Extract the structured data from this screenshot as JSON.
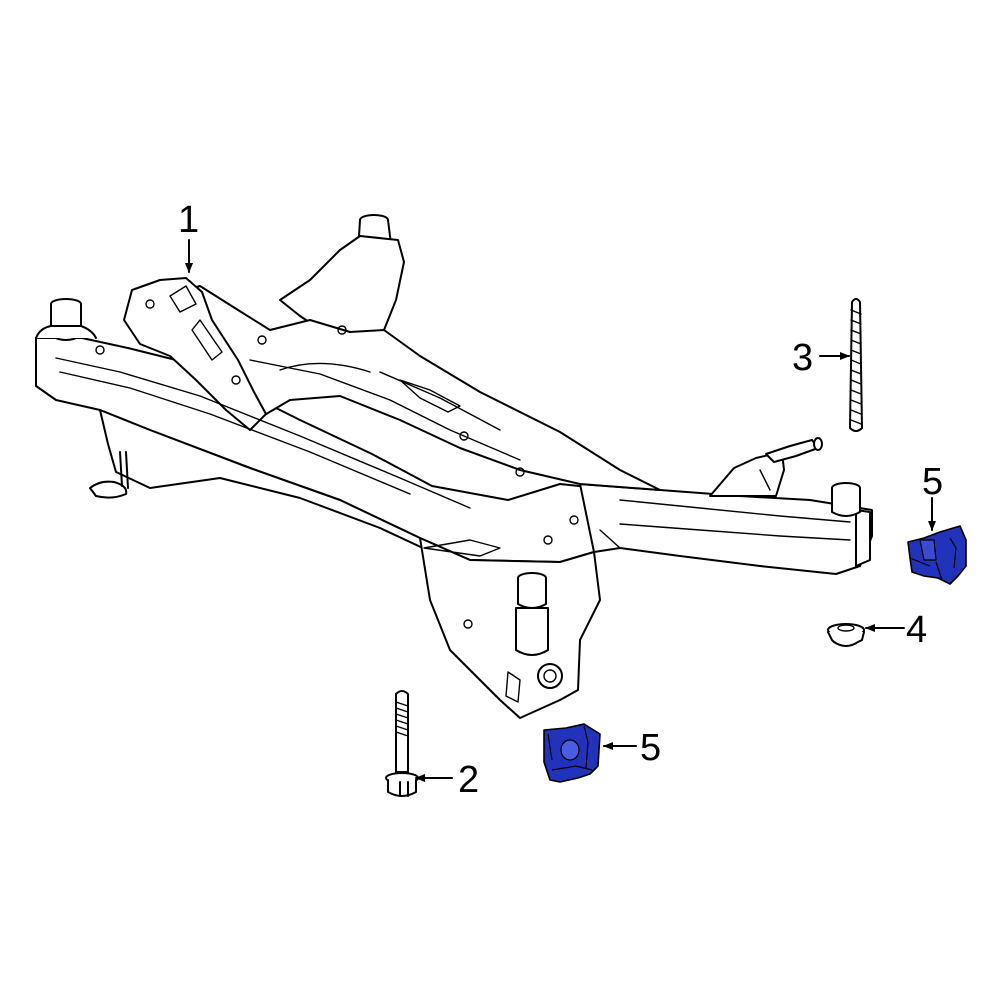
{
  "callouts": [
    {
      "id": "1",
      "label": "1"
    },
    {
      "id": "2",
      "label": "2"
    },
    {
      "id": "3",
      "label": "3"
    },
    {
      "id": "4",
      "label": "4"
    },
    {
      "id": "5a",
      "label": "5"
    },
    {
      "id": "5b",
      "label": "5"
    }
  ],
  "colors": {
    "line": "#000000",
    "highlight": "#2233bb",
    "background": "#ffffff"
  }
}
